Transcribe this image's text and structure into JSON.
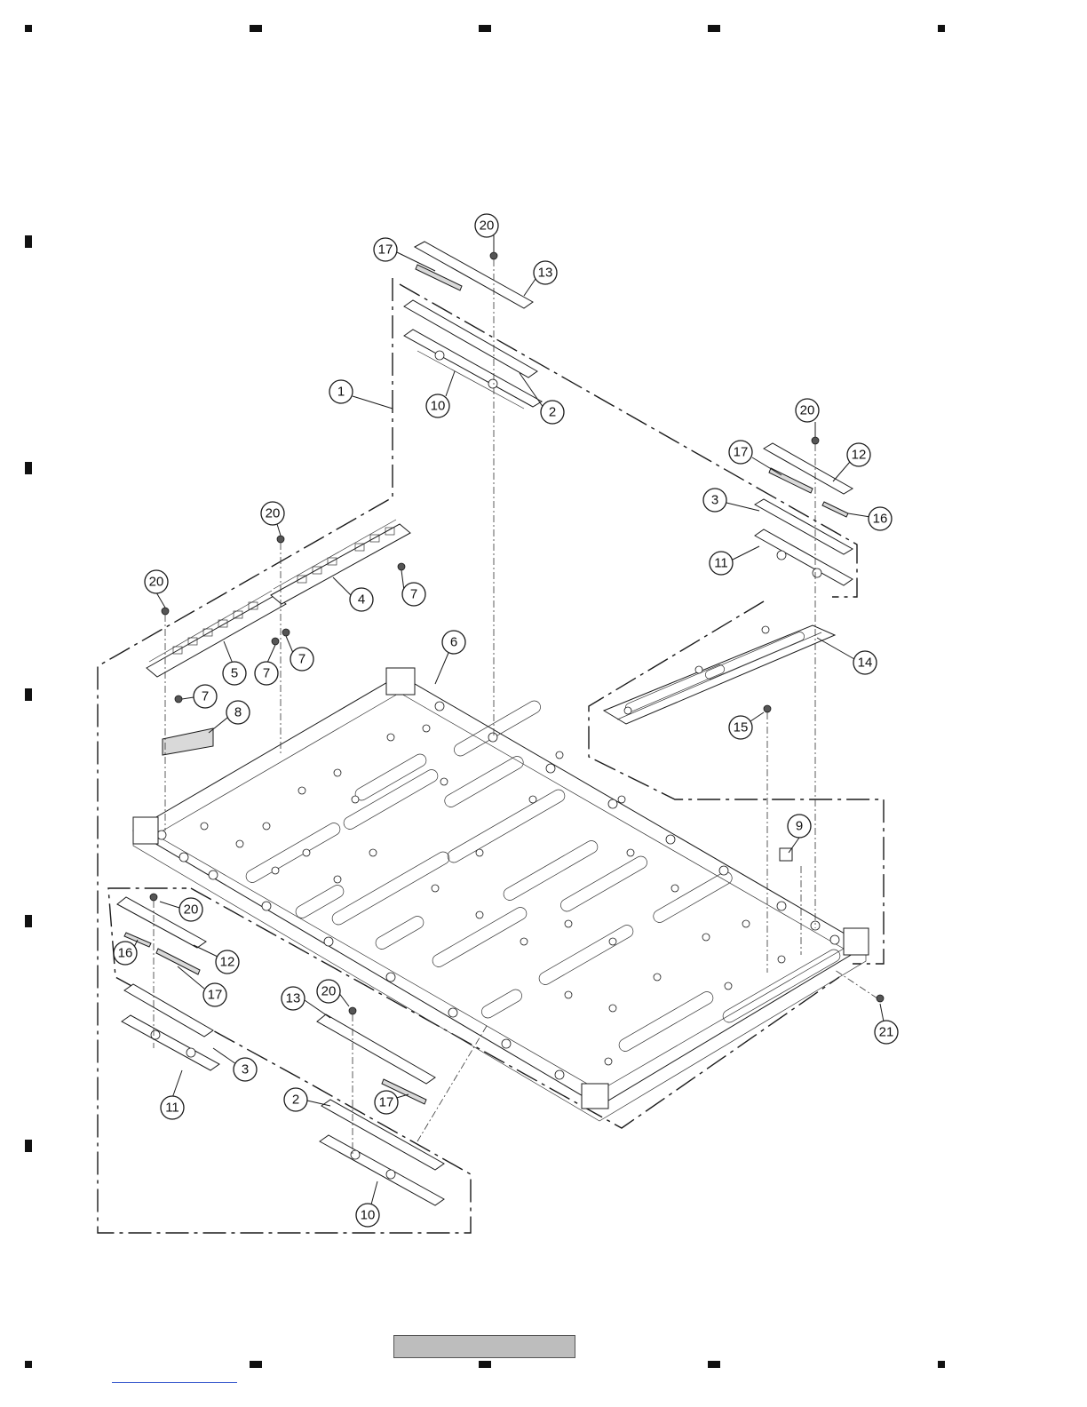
{
  "diagram": {
    "type": "exploded-parts-view",
    "callouts": [
      {
        "id": "c20a",
        "label": "20"
      },
      {
        "id": "c17a",
        "label": "17"
      },
      {
        "id": "c13a",
        "label": "13"
      },
      {
        "id": "c1",
        "label": "1"
      },
      {
        "id": "c10a",
        "label": "10"
      },
      {
        "id": "c2a",
        "label": "2"
      },
      {
        "id": "c20b",
        "label": "20"
      },
      {
        "id": "c17b",
        "label": "17"
      },
      {
        "id": "c12a",
        "label": "12"
      },
      {
        "id": "c3a",
        "label": "3"
      },
      {
        "id": "c16a",
        "label": "16"
      },
      {
        "id": "c11a",
        "label": "11"
      },
      {
        "id": "c20c",
        "label": "20"
      },
      {
        "id": "c20d",
        "label": "20"
      },
      {
        "id": "c7a",
        "label": "7"
      },
      {
        "id": "c4",
        "label": "4"
      },
      {
        "id": "c5",
        "label": "5"
      },
      {
        "id": "c7b",
        "label": "7"
      },
      {
        "id": "c7c",
        "label": "7"
      },
      {
        "id": "c6",
        "label": "6"
      },
      {
        "id": "c14",
        "label": "14"
      },
      {
        "id": "c7d",
        "label": "7"
      },
      {
        "id": "c8",
        "label": "8"
      },
      {
        "id": "c15",
        "label": "15"
      },
      {
        "id": "c9",
        "label": "9"
      },
      {
        "id": "c20e",
        "label": "20"
      },
      {
        "id": "c16b",
        "label": "16"
      },
      {
        "id": "c12b",
        "label": "12"
      },
      {
        "id": "c17c",
        "label": "17"
      },
      {
        "id": "c13b",
        "label": "13"
      },
      {
        "id": "c20f",
        "label": "20"
      },
      {
        "id": "c21",
        "label": "21"
      },
      {
        "id": "c3b",
        "label": "3"
      },
      {
        "id": "c11b",
        "label": "11"
      },
      {
        "id": "c2b",
        "label": "2"
      },
      {
        "id": "c17d",
        "label": "17"
      },
      {
        "id": "c10b",
        "label": "10"
      }
    ]
  }
}
